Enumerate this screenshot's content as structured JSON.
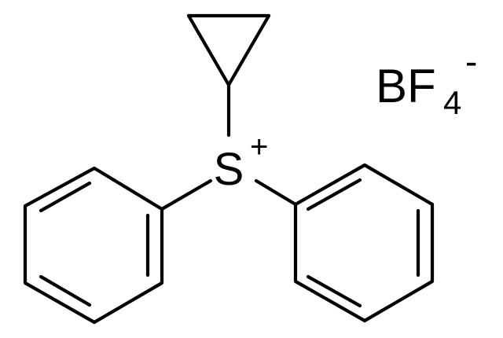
{
  "molecule": {
    "cation": {
      "atom": "S",
      "charge": "+"
    },
    "substituents": [
      "cyclopropyl",
      "phenyl",
      "phenyl"
    ],
    "counterion": {
      "element": "BF",
      "subscript": "4",
      "charge": "-"
    }
  },
  "colors": {
    "stroke": "#000000",
    "background": "#ffffff"
  }
}
